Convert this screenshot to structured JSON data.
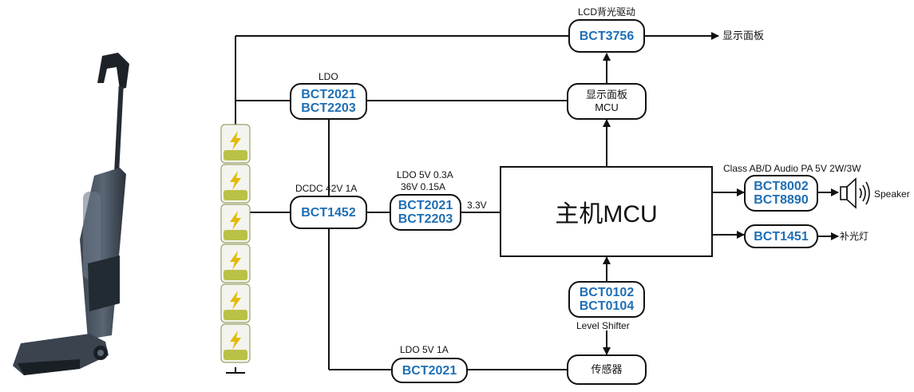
{
  "chips": {
    "bct3756": {
      "line1": "BCT3756"
    },
    "ldo_top": {
      "line1": "BCT2021",
      "line2": "BCT2203"
    },
    "dcdc": {
      "line1": "BCT1452"
    },
    "ldo_mid": {
      "line1": "BCT2021",
      "line2": "BCT2203"
    },
    "audio": {
      "line1": "BCT8002",
      "line2": "BCT8890"
    },
    "light": {
      "line1": "BCT1451"
    },
    "level": {
      "line1": "BCT0102",
      "line2": "BCT0104"
    },
    "ldo_bottom": {
      "line1": "BCT2021"
    }
  },
  "boxes": {
    "display_mcu": {
      "line1": "显示面板",
      "line2": "MCU"
    },
    "sensor": {
      "line1": "传感器"
    },
    "main_mcu": {
      "label": "主机MCU"
    }
  },
  "labels": {
    "lcd_backlight": "LCD背光驱动",
    "display_panel": "显示面板",
    "ldo": "LDO",
    "dcdc": "DCDC  42V 1A",
    "ldo_5v_03": "LDO 5V 0.3A",
    "ldo_36v": "36V 0.15A",
    "v33": "3.3V",
    "class_audio": "Class  AB/D Audio PA 5V 2W/3W",
    "speaker": "Speaker",
    "fill_light": "补光灯",
    "level_shifter": "Level Shifter",
    "ldo_5v_1a": "LDO 5V 1A"
  },
  "colors": {
    "chip_text": "#1f6fb5",
    "line": "#111111",
    "battery_fill": "#b9c246",
    "battery_bolt": "#e3b90c"
  },
  "battery_cell_count": 6
}
